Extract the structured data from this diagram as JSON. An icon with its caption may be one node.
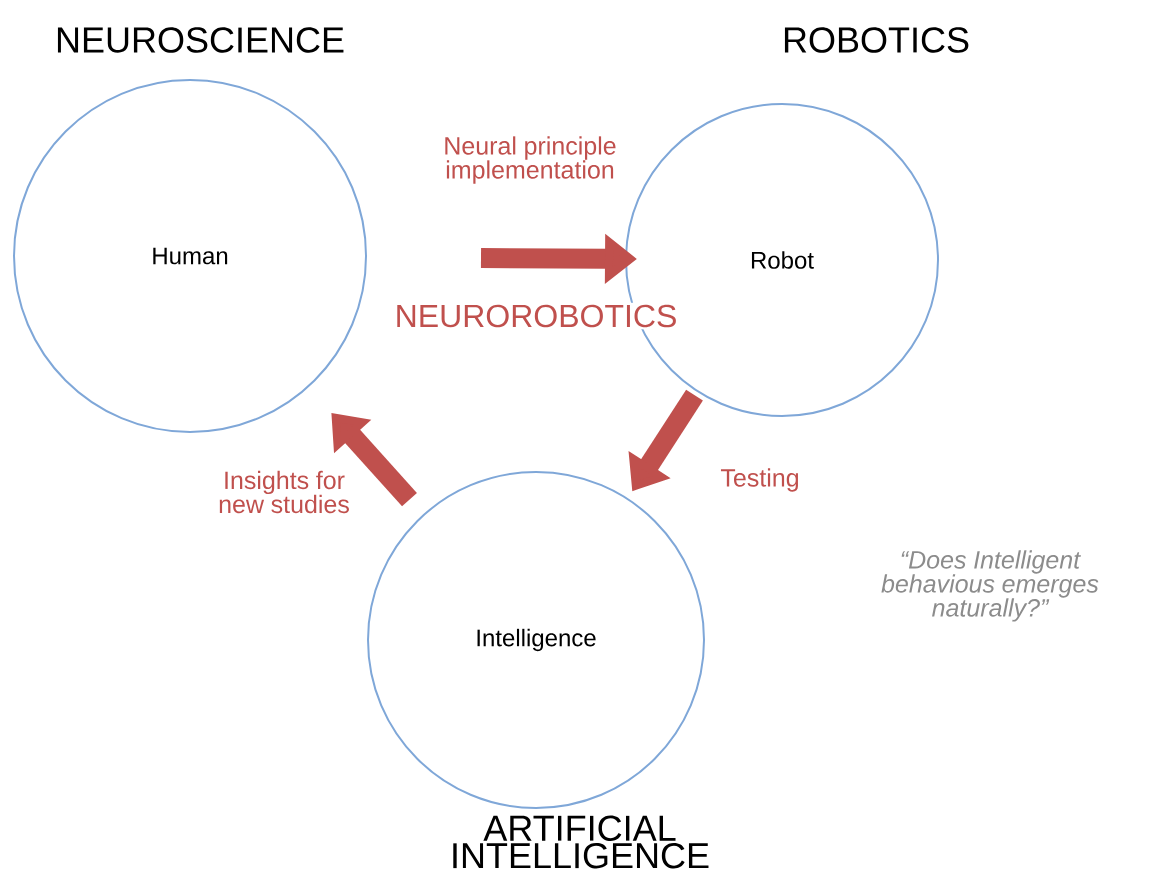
{
  "diagram": {
    "nodes": [
      {
        "text": [
          "NEUROSCIENCE",
          "Human"
        ]
      },
      {
        "text": [
          "ROBOTICS",
          "Robot"
        ]
      },
      {
        "text": [
          "Intelligence",
          "ARTIFICIAL INTELLIGENCE"
        ]
      }
    ],
    "edges": [
      {
        "from": 0,
        "to": 1,
        "arrow": "to",
        "label": "Neural principle implementation"
      },
      {
        "from": 1,
        "to": 2,
        "arrow": "to",
        "label": "Testing"
      },
      {
        "from": 2,
        "to": 0,
        "arrow": "to",
        "label": "Insights for new studies"
      }
    ],
    "labels": [
      "NEUROROBOTICS",
      "“Does Intelligent behavious emerges naturally?”"
    ]
  }
}
